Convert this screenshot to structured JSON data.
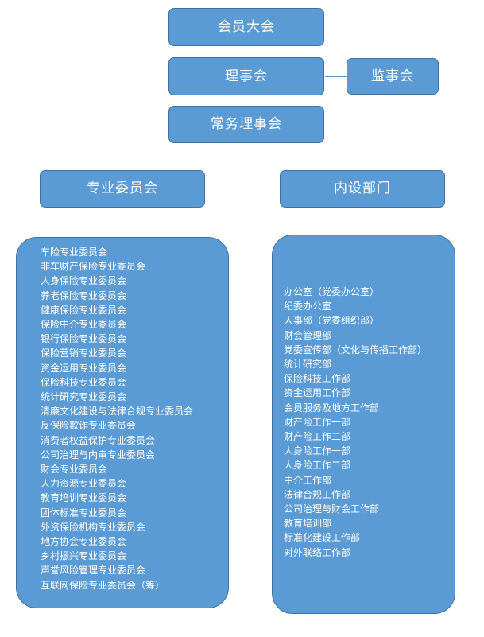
{
  "diagram": {
    "title_nodes": {
      "assembly": "会员大会",
      "council": "理事会",
      "supervisory": "监事会",
      "standing_council": "常务理事会",
      "committees_header": "专业委员会",
      "departments_header": "内设部门"
    },
    "colors": {
      "box_fill": "#5b9bd5",
      "box_border": "#41719c",
      "connector": "#5b9bd5",
      "text": "#ffffff",
      "background": "#ffffff"
    },
    "committees": [
      "车险专业委员会",
      "非车财产保险专业委员会",
      "人身保险专业委员会",
      "养老保险专业委员会",
      "健康保险专业委员会",
      "保险中介专业委员会",
      "银行保险专业委员会",
      "保险营销专业委员会",
      "资金运用专业委员会",
      "保险科技专业委员会",
      "统计研究专业委员会",
      "清廉文化建设与法律合规专业委员会",
      "反保险欺诈专业委员会",
      "消费者权益保护专业委员会",
      "公司治理与内审专业委员会",
      "财会专业委员会",
      "人力资源专业委员会",
      "教育培训专业委员会",
      "团体标准专业委员会",
      "外资保险机构专业委员会",
      "地方协会专业委员会",
      "乡村振兴专业委员会",
      "声誉风险管理专业委员会",
      "互联网保险专业委员会（筹）"
    ],
    "departments": [
      "办公室（党委办公室）",
      "纪委办公室",
      "人事部（党委组织部）",
      "财会管理部",
      "党委宣传部（文化与传播工作部）",
      "统计研究部",
      "保险科技工作部",
      "资金运用工作部",
      "会员服务及地方工作部",
      "财产险工作一部",
      "财产险工作二部",
      "人身险工作一部",
      "人身险工作二部",
      "中介工作部",
      "法律合规工作部",
      "公司治理与财会工作部",
      "教育培训部",
      "标准化建设工作部",
      "对外联络工作部"
    ]
  }
}
